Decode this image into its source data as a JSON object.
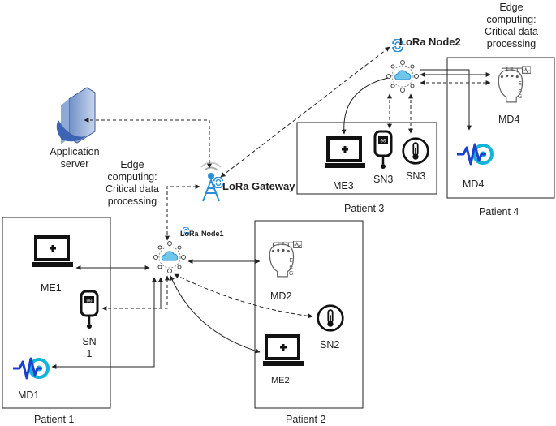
{
  "patients": {
    "p1": "Patient 1",
    "p2": "Patient 2",
    "p3": "Patient 3",
    "p4": "Patient 4"
  },
  "devices": {
    "me1": "ME1",
    "sn1": "SN\n1",
    "md1": "MD1",
    "md2": "MD2",
    "sn2": "SN2",
    "me2": "ME2",
    "me3": "ME3",
    "sn3a": "SN3",
    "sn3b": "SN3",
    "md4_top": "MD4",
    "md4_bottom": "MD4"
  },
  "infrastructure": {
    "app_server": "Application\nserver",
    "gateway_brand": "LoRa",
    "gateway_label": "Gateway",
    "node1_brand": "LoRa",
    "node1_label": "Node1",
    "node2_brand": "LoRa",
    "node2_label": "Node2"
  },
  "edge": {
    "left": "Edge\ncomputing:\nCritical data\nprocessing",
    "right": "Edge\ncomputing:\nCritical data\nprocessing"
  },
  "eeg_text": "E\nE\nG",
  "colors": {
    "accent": "#2b8fd6",
    "pulse": "#1a3fd1",
    "ring": "#12b5d8",
    "line": "#333333"
  }
}
